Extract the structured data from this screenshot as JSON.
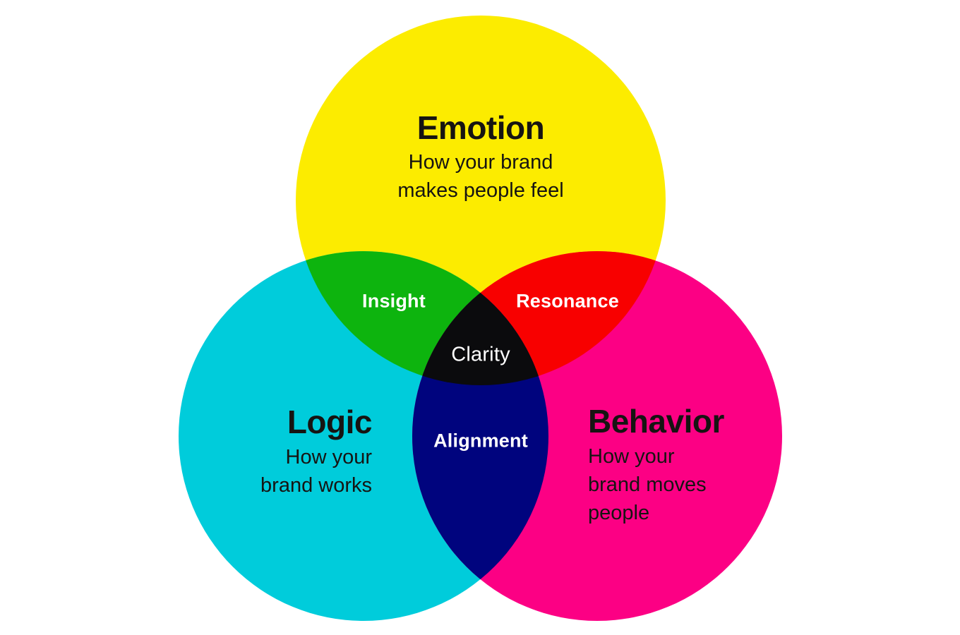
{
  "theme": {
    "background": "#FFFFFF",
    "title-text": "#161412",
    "overlap-text": "#FFFFFF"
  },
  "venn": {
    "sets": [
      {
        "id": "emotion",
        "title": "Emotion",
        "subtitle_lines": [
          "How your brand",
          "makes people feel"
        ],
        "color": "#FCEC00"
      },
      {
        "id": "logic",
        "title": "Logic",
        "subtitle_lines": [
          "How your",
          "brand works"
        ],
        "color": "#00CCDB"
      },
      {
        "id": "behavior",
        "title": "Behavior",
        "subtitle_lines": [
          "How your",
          "brand moves",
          "people"
        ],
        "color": "#FC0084"
      }
    ],
    "overlaps": [
      {
        "id": "insight",
        "label": "Insight",
        "between": [
          "emotion",
          "logic"
        ],
        "color": "#0DB40E"
      },
      {
        "id": "resonance",
        "label": "Resonance",
        "between": [
          "emotion",
          "behavior"
        ],
        "color": "#F80000"
      },
      {
        "id": "clarity",
        "label": "Clarity",
        "between": [
          "emotion",
          "logic",
          "behavior"
        ],
        "color": "#0B0B0D"
      },
      {
        "id": "alignment",
        "label": "Alignment",
        "between": [
          "logic",
          "behavior"
        ],
        "color": "#00047E"
      }
    ]
  }
}
